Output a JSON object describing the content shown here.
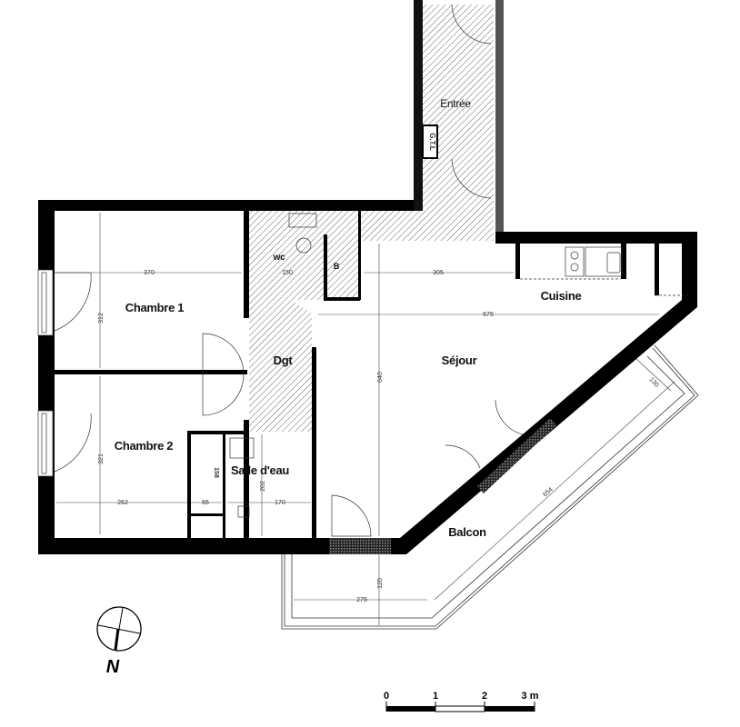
{
  "plan": {
    "rooms": {
      "entree": "Entrée",
      "gtl": "G.T.L",
      "wc": "wc",
      "b": "B",
      "chambre1": "Chambre 1",
      "chambre2": "Chambre 2",
      "dgt": "Dgt",
      "salle_deau": "Salle d'eau",
      "sejour": "Séjour",
      "cuisine": "Cuisine",
      "balcon": "Balcon"
    },
    "dimensions": {
      "chambre1_width": "370",
      "chambre1_depth": "312",
      "chambre2_depth": "321",
      "chambre2_width": "262",
      "placard_width": "65",
      "salle_width": "170",
      "salle_depth": "202",
      "placard_depth": "158",
      "sejour_upper": "305",
      "sejour_width": "675",
      "sejour_depth": "640",
      "balcon_depth_side": "120",
      "balcon_width": "275",
      "balcon_length": "654",
      "balcon_depth_right": "130",
      "wc_width": "150"
    }
  },
  "north": {
    "label": "N"
  },
  "scale_bar": {
    "labels": [
      "0",
      "1",
      "2",
      "3 m"
    ]
  },
  "colors": {
    "wall": "#000000",
    "partition": "#555555",
    "hatch": "#666666"
  }
}
